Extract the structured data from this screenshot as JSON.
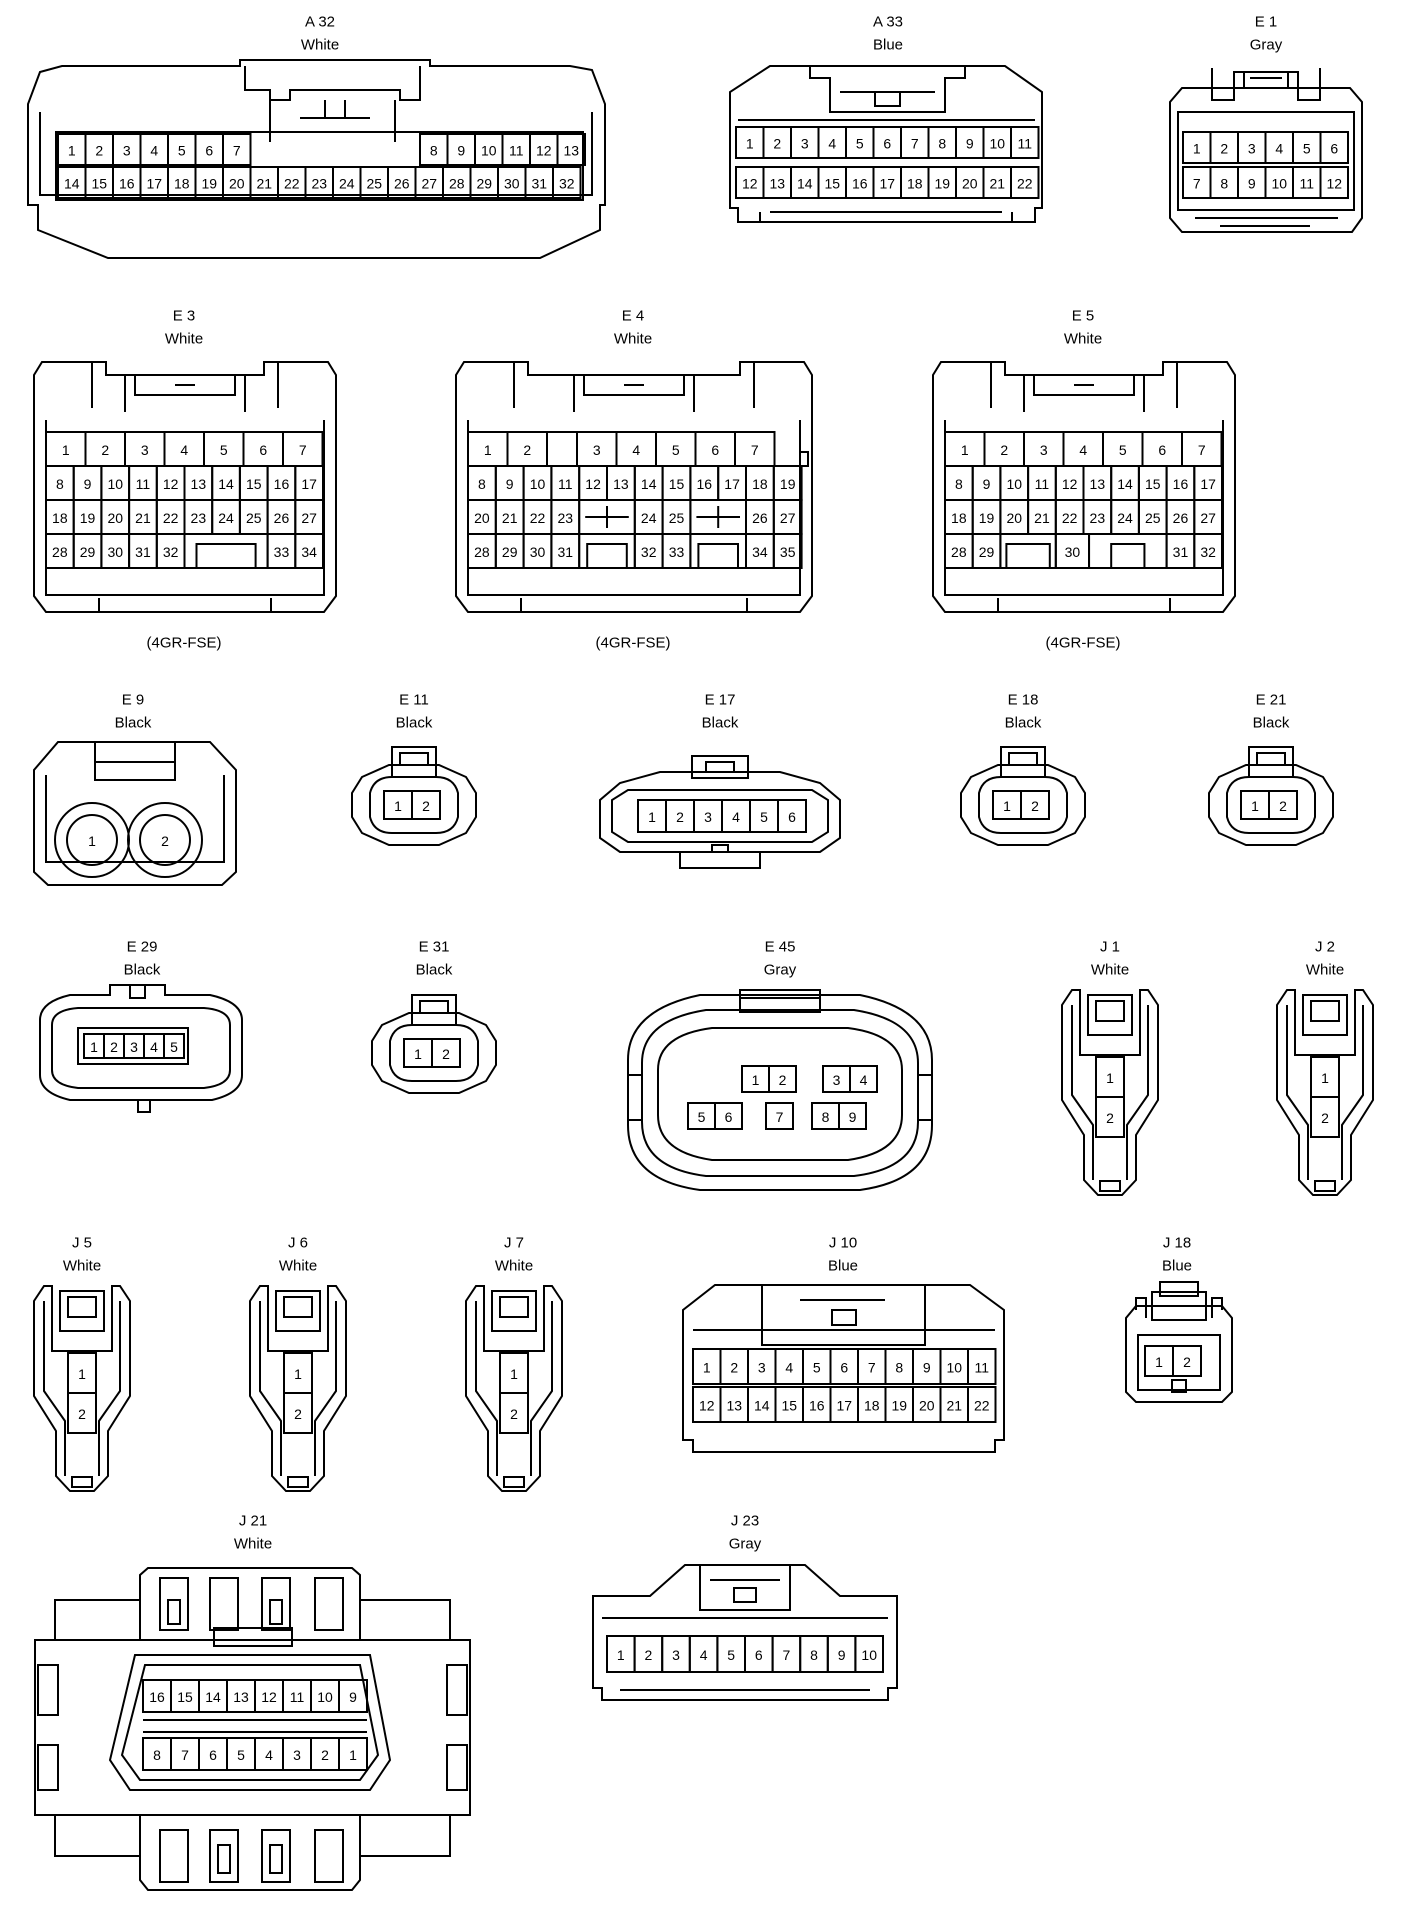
{
  "connectors": [
    {
      "id": "A 32",
      "color": "White",
      "pins": [
        "1",
        "2",
        "3",
        "4",
        "5",
        "6",
        "7",
        "8",
        "9",
        "10",
        "11",
        "12",
        "13",
        "14",
        "15",
        "16",
        "17",
        "18",
        "19",
        "20",
        "21",
        "22",
        "23",
        "24",
        "25",
        "26",
        "27",
        "28",
        "29",
        "30",
        "31",
        "32"
      ]
    },
    {
      "id": "A 33",
      "color": "Blue",
      "pins": [
        "1",
        "2",
        "3",
        "4",
        "5",
        "6",
        "7",
        "8",
        "9",
        "10",
        "11",
        "12",
        "13",
        "14",
        "15",
        "16",
        "17",
        "18",
        "19",
        "20",
        "21",
        "22"
      ]
    },
    {
      "id": "E 1",
      "color": "Gray",
      "pins": [
        "1",
        "2",
        "3",
        "4",
        "5",
        "6",
        "7",
        "8",
        "9",
        "10",
        "11",
        "12"
      ]
    },
    {
      "id": "E 3",
      "color": "White",
      "note": "(4GR-FSE)",
      "pins": [
        "1",
        "2",
        "3",
        "4",
        "5",
        "6",
        "7",
        "8",
        "9",
        "10",
        "11",
        "12",
        "13",
        "14",
        "15",
        "16",
        "17",
        "18",
        "19",
        "20",
        "21",
        "22",
        "23",
        "24",
        "25",
        "26",
        "27",
        "28",
        "29",
        "30",
        "31",
        "32",
        "33",
        "34"
      ]
    },
    {
      "id": "E 4",
      "color": "White",
      "note": "(4GR-FSE)",
      "pins": [
        "1",
        "2",
        "3",
        "4",
        "5",
        "6",
        "7",
        "8",
        "9",
        "10",
        "11",
        "12",
        "13",
        "14",
        "15",
        "16",
        "17",
        "18",
        "19",
        "20",
        "21",
        "22",
        "23",
        "24",
        "25",
        "26",
        "27",
        "28",
        "29",
        "30",
        "31",
        "32",
        "33",
        "34",
        "35"
      ]
    },
    {
      "id": "E 5",
      "color": "White",
      "note": "(4GR-FSE)",
      "pins": [
        "1",
        "2",
        "3",
        "4",
        "5",
        "6",
        "7",
        "8",
        "9",
        "10",
        "11",
        "12",
        "13",
        "14",
        "15",
        "16",
        "17",
        "18",
        "19",
        "20",
        "21",
        "22",
        "23",
        "24",
        "25",
        "26",
        "27",
        "28",
        "29",
        "30",
        "31",
        "32"
      ]
    },
    {
      "id": "E 9",
      "color": "Black",
      "pins": [
        "1",
        "2"
      ]
    },
    {
      "id": "E 11",
      "color": "Black",
      "pins": [
        "1",
        "2"
      ]
    },
    {
      "id": "E 17",
      "color": "Black",
      "pins": [
        "1",
        "2",
        "3",
        "4",
        "5",
        "6"
      ]
    },
    {
      "id": "E 18",
      "color": "Black",
      "pins": [
        "1",
        "2"
      ]
    },
    {
      "id": "E 21",
      "color": "Black",
      "pins": [
        "1",
        "2"
      ]
    },
    {
      "id": "E 29",
      "color": "Black",
      "pins": [
        "1",
        "2",
        "3",
        "4",
        "5"
      ]
    },
    {
      "id": "E 31",
      "color": "Black",
      "pins": [
        "1",
        "2"
      ]
    },
    {
      "id": "E 45",
      "color": "Gray",
      "pins": [
        "1",
        "2",
        "3",
        "4",
        "5",
        "6",
        "7",
        "8",
        "9"
      ]
    },
    {
      "id": "J 1",
      "color": "White",
      "pins": [
        "1",
        "2"
      ]
    },
    {
      "id": "J 2",
      "color": "White",
      "pins": [
        "1",
        "2"
      ]
    },
    {
      "id": "J 5",
      "color": "White",
      "pins": [
        "1",
        "2"
      ]
    },
    {
      "id": "J 6",
      "color": "White",
      "pins": [
        "1",
        "2"
      ]
    },
    {
      "id": "J 7",
      "color": "White",
      "pins": [
        "1",
        "2"
      ]
    },
    {
      "id": "J 10",
      "color": "Blue",
      "pins": [
        "1",
        "2",
        "3",
        "4",
        "5",
        "6",
        "7",
        "8",
        "9",
        "10",
        "11",
        "12",
        "13",
        "14",
        "15",
        "16",
        "17",
        "18",
        "19",
        "20",
        "21",
        "22"
      ]
    },
    {
      "id": "J 18",
      "color": "Blue",
      "pins": [
        "1",
        "2"
      ]
    },
    {
      "id": "J 21",
      "color": "White",
      "pins": [
        "16",
        "15",
        "14",
        "13",
        "12",
        "11",
        "10",
        "9",
        "8",
        "7",
        "6",
        "5",
        "4",
        "3",
        "2",
        "1"
      ]
    },
    {
      "id": "J 23",
      "color": "Gray",
      "pins": [
        "1",
        "2",
        "3",
        "4",
        "5",
        "6",
        "7",
        "8",
        "9",
        "10"
      ]
    }
  ]
}
